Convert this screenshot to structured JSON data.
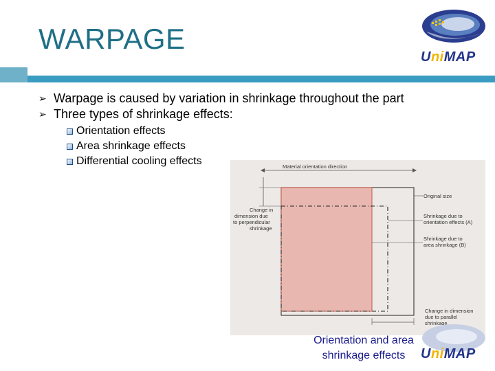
{
  "slide": {
    "title": "WARPAGE",
    "bullets": [
      "Warpage is caused by variation in shrinkage throughout the part",
      "Three types of shrinkage effects:"
    ],
    "sub_bullets": [
      "Orientation effects",
      "Area shrinkage effects",
      "Differential cooling effects"
    ],
    "caption_line1": "Orientation and area",
    "caption_line2": "shrinkage effects"
  },
  "logo": {
    "text_u": "U",
    "text_ni": "ni",
    "text_map": "MAP"
  },
  "figure": {
    "top_label": "Material orientation direction",
    "original_size": "Original size",
    "shrink_orientation_1": "Shrinkage due to",
    "shrink_orientation_2": "orientation effects (A)",
    "shrink_area_1": "Shrinkage due to",
    "shrink_area_2": "area shrinkage (B)",
    "change_perp_1": "Change in",
    "change_perp_2": "dimension due",
    "change_perp_3": "to perpendicular",
    "change_perp_4": "shrinkage",
    "change_par_1": "Change in dimension",
    "change_par_2": "due to parallel",
    "change_par_3": "shrinkage"
  },
  "colors": {
    "title": "#1f6f86",
    "header_bar": "#3a9cc2",
    "caption": "#1a1a8c",
    "part_fill": "#e8b8b0"
  }
}
